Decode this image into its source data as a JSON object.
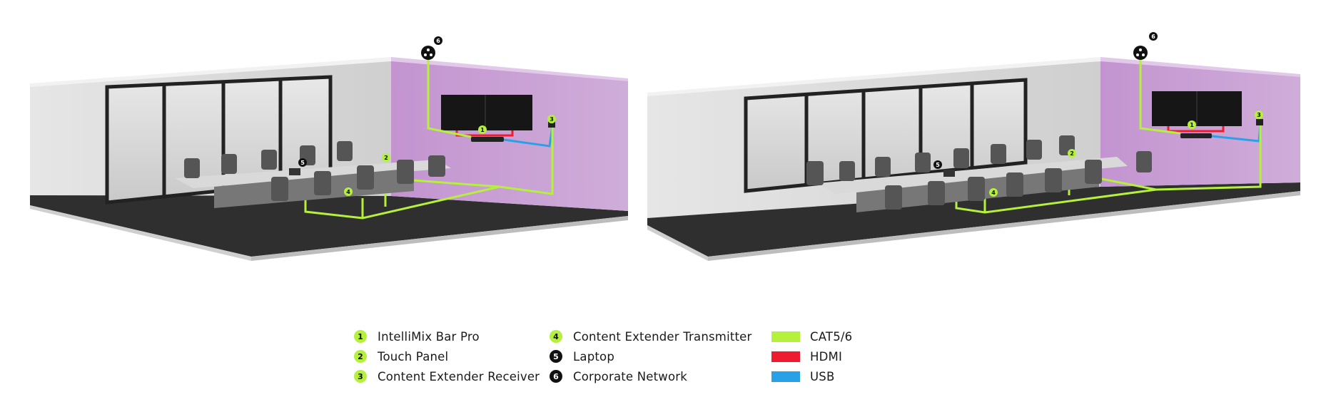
{
  "legend": {
    "items": [
      {
        "num": "1",
        "label": "IntelliMix Bar Pro",
        "style": "green"
      },
      {
        "num": "2",
        "label": "Touch Panel",
        "style": "green"
      },
      {
        "num": "3",
        "label": "Content Extender Receiver",
        "style": "green"
      },
      {
        "num": "4",
        "label": "Content Extender Transmitter",
        "style": "green"
      },
      {
        "num": "5",
        "label": "Laptop",
        "style": "black"
      },
      {
        "num": "6",
        "label": "Corporate Network",
        "style": "black"
      }
    ],
    "cables": [
      {
        "label": "CAT5/6",
        "color": "#b4f03c"
      },
      {
        "label": "HDMI",
        "color": "#ee1c2e"
      },
      {
        "label": "USB",
        "color": "#2aa0e6"
      }
    ]
  },
  "diagrams": [
    {
      "markers": [
        "1",
        "2",
        "3",
        "4",
        "5",
        "6"
      ]
    },
    {
      "markers": [
        "1",
        "2",
        "3",
        "4",
        "5",
        "6"
      ]
    }
  ],
  "colors": {
    "accent_wall": "#c9a4d4",
    "back_wall": "#d6d6d6",
    "floor": "#2e2e2e",
    "cat": "#b4f03c",
    "hdmi": "#ee1c2e",
    "usb": "#2aa0e6"
  }
}
